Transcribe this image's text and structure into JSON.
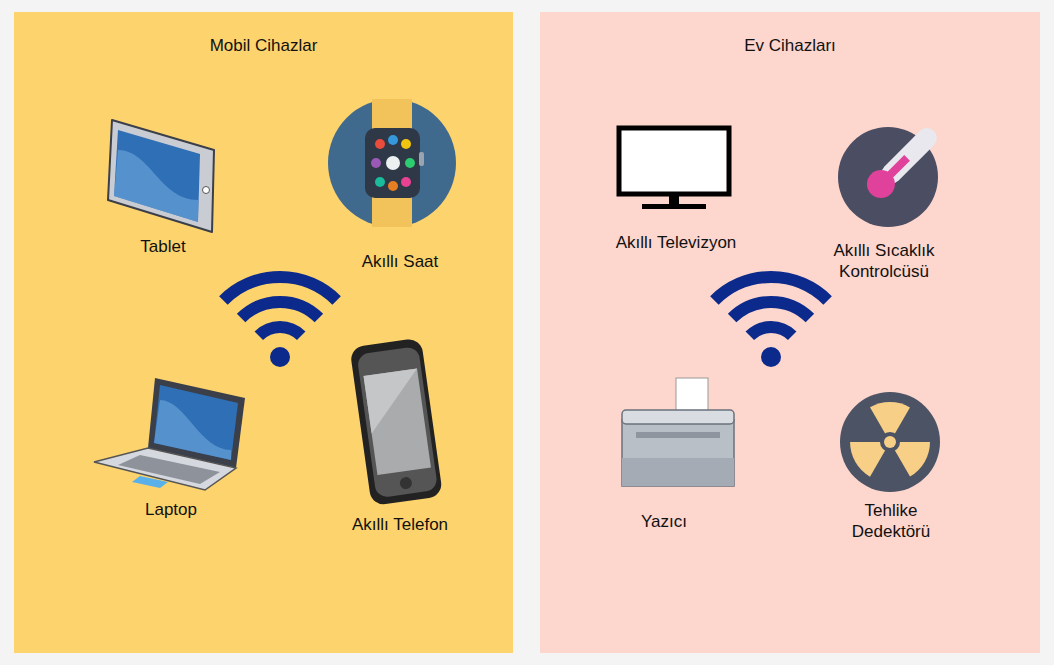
{
  "diagram": {
    "nodes": [
      {
        "text": [
          "Mobil Cihazlar"
        ]
      },
      {
        "text": [
          "Ev Cihazları"
        ]
      }
    ],
    "labels": [
      "Tablet",
      "Akıllı Saat",
      "Laptop",
      "Akıllı Telefon",
      "Akıllı Televizyon",
      "Akıllı Sıcaklık Kontrolcüsü",
      "Yazıcı",
      "Tehlike Dedektörü"
    ]
  }
}
